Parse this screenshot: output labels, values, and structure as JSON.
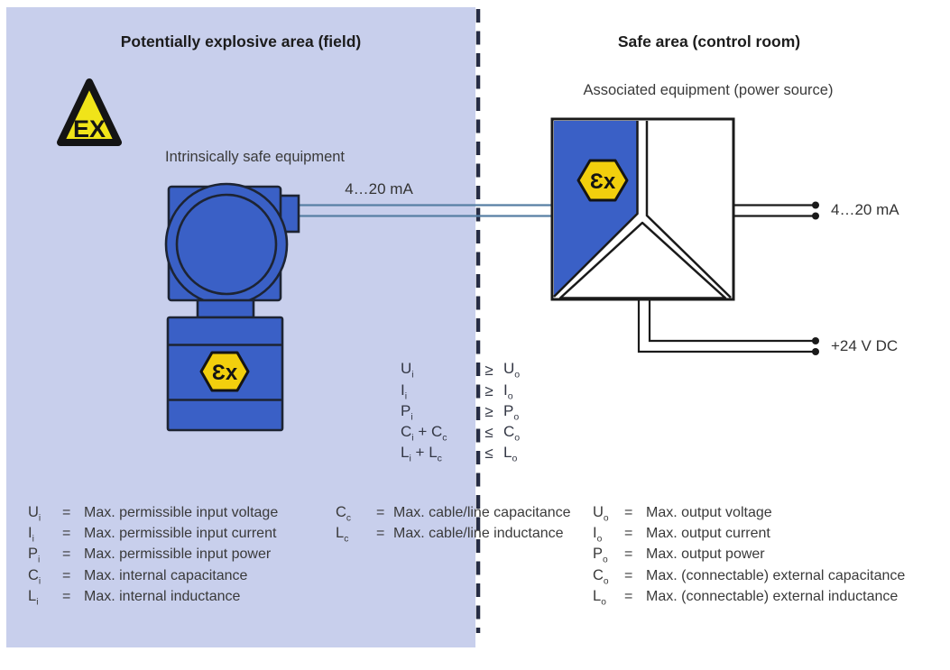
{
  "colors": {
    "hazard_bg": "#c8cfec",
    "device_blue": "#3a60c6",
    "atex_yellow": "#f2cf0d",
    "warning_yellow": "#f0e419",
    "outline": "#1d2433",
    "wire_blue": "#577fa4",
    "wire_black": "#1a1a1a"
  },
  "areas": {
    "hazard_title": "Potentially explosive area (field)",
    "safe_title": "Safe area (control room)"
  },
  "labels": {
    "intrinsically_safe": "Intrinsically safe equipment",
    "associated_equipment": "Associated equipment (power source)",
    "field_wire": "4…20 mA",
    "output_wire": "4…20 mA",
    "power_wire": "+24 V DC"
  },
  "icons": {
    "ex_warning_text": "EX",
    "atex_text": "Ɛx"
  },
  "formulas": [
    {
      "l1b": "U",
      "l1s": "i",
      "join": "",
      "l2b": "",
      "l2s": "",
      "op": "≥",
      "rb": "U",
      "rs": "o"
    },
    {
      "l1b": "I",
      "l1s": "i",
      "join": "",
      "l2b": "",
      "l2s": "",
      "op": "≥",
      "rb": "I",
      "rs": "o"
    },
    {
      "l1b": "P",
      "l1s": "i",
      "join": "",
      "l2b": "",
      "l2s": "",
      "op": "≥",
      "rb": "P",
      "rs": "o"
    },
    {
      "l1b": "C",
      "l1s": "i",
      "join": " + ",
      "l2b": "C",
      "l2s": "c",
      "op": "≤",
      "rb": "C",
      "rs": "o"
    },
    {
      "l1b": "L",
      "l1s": "i",
      "join": " + ",
      "l2b": "L",
      "l2s": "c",
      "op": "≤",
      "rb": "L",
      "rs": "o"
    }
  ],
  "legend_left": [
    {
      "b": "U",
      "s": "i",
      "eq": "=",
      "text": "Max. permissible input voltage"
    },
    {
      "b": "I",
      "s": "i",
      "eq": "=",
      "text": "Max. permissible input current"
    },
    {
      "b": "P",
      "s": "i",
      "eq": "=",
      "text": "Max. permissible input power"
    },
    {
      "b": "C",
      "s": "i",
      "eq": "=",
      "text": "Max. internal capacitance"
    },
    {
      "b": "L",
      "s": "i",
      "eq": "=",
      "text": "Max. internal inductance"
    }
  ],
  "legend_mid": [
    {
      "b": "C",
      "s": "c",
      "eq": "=",
      "text": "Max. cable/line capacitance"
    },
    {
      "b": "L",
      "s": "c",
      "eq": "=",
      "text": "Max. cable/line inductance"
    }
  ],
  "legend_right": [
    {
      "b": "U",
      "s": "o",
      "eq": "=",
      "text": "Max. output voltage"
    },
    {
      "b": "I",
      "s": "o",
      "eq": "=",
      "text": "Max. output current"
    },
    {
      "b": "P",
      "s": "o",
      "eq": "=",
      "text": "Max. output power"
    },
    {
      "b": "C",
      "s": "o",
      "eq": "=",
      "text": "Max. (connectable) external capacitance"
    },
    {
      "b": "L",
      "s": "o",
      "eq": "=",
      "text": "Max. (connectable) external inductance"
    }
  ]
}
